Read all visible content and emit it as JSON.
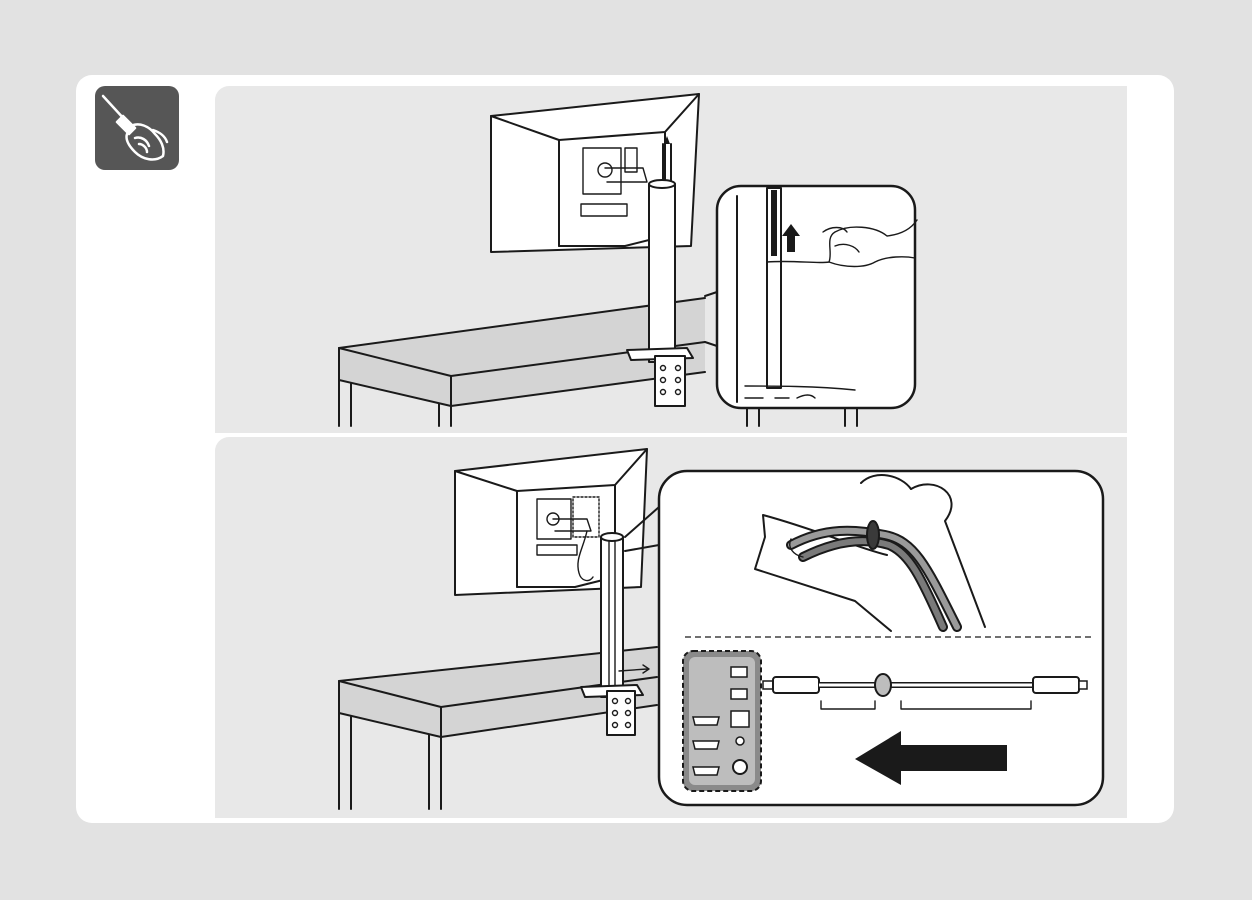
{
  "colors": {
    "background": "#e2e2e2",
    "card": "#ffffff",
    "panel": "#e8e8e8",
    "line": "#1a1a1a",
    "tool_badge": "#565656",
    "desk_top": "#d4d4d4",
    "arrow": "#1a1a1a"
  },
  "icons": {
    "tool_badge": "screwdriver-in-hand-icon",
    "lift_arrow": "up-arrow-icon",
    "direction_arrow": "left-arrow-icon"
  },
  "steps": [
    {
      "scene": "monitor-on-stand-with-column-cover",
      "callout": "finger-pushing-cover-up"
    },
    {
      "scene": "monitor-with-cables-routed-through-stand",
      "callouts": [
        "cable-through-clip",
        "monitor-ports-and-cable"
      ]
    }
  ]
}
